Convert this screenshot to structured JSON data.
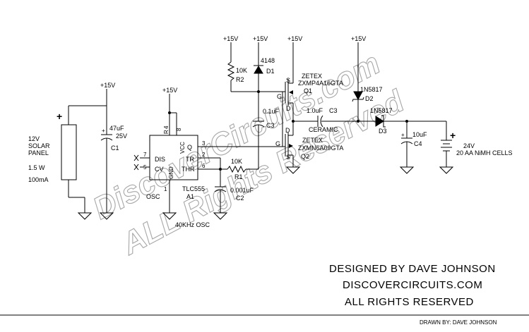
{
  "labels": {
    "v_solar": "+15V",
    "v_osc": "+15V",
    "v_r2": "+15V",
    "v_d1": "+15V",
    "v_q1": "+15V",
    "v_d2": "+15V",
    "panel_plus": "+",
    "panel_line1": "12V",
    "panel_line2": "SOLAR",
    "panel_line3": "PANEL",
    "panel_watt": "1.5 W",
    "panel_ma": "100mA",
    "c1_value": "47uF",
    "c1_volt": "25V",
    "c1_ref": "C1",
    "pin_r": "R",
    "pin_4": "4",
    "pin_8": "8",
    "pin_vcc": "VCC",
    "pin_dis": "DIS",
    "pin_cv": "CV",
    "pin_q": "Q",
    "pin_tr": "TR",
    "pin_thr": "THR",
    "pin_gnd": "GND",
    "pin_num_7": "7",
    "pin_num_5": "5",
    "pin_num_3": "3",
    "pin_num_2": "2",
    "pin_num_6": "6",
    "pin_num_1": "1",
    "ic_name": "TLC555",
    "ic_ref": "A1",
    "osc_label": "OSC",
    "osc_caption": "40KHz OSC",
    "r2_value": "10K",
    "r2_ref": "R2",
    "d1_value": "4148",
    "d1_ref": "D1",
    "c3_value_left": "0.1uF",
    "c3_ref_left": "C3",
    "r1_value": "10K",
    "r1_ref": "R1",
    "c2_value": "0.001uF",
    "c2_ref": "C2",
    "q1_mfr": "ZETEX",
    "q1_part": "ZXMP4A16GTA",
    "q1_ref": "Q1",
    "q2_mfr": "ZETEX",
    "q2_part": "ZXMN6A09GTA",
    "q2_ref": "Q2",
    "s_q1": "S",
    "g_q1": "G",
    "d_q1": "D",
    "s_q2": "S",
    "g_q2": "G",
    "d_q2": "D",
    "c3_value": "1.0uF",
    "c3_ref": "C3",
    "c3_type": "CERAMIC",
    "d2_value": "1N5817",
    "d2_ref": "D2",
    "d3_value": "1N5817",
    "d3_ref": "D3",
    "c4_value": "10uF",
    "c4_ref": "C4",
    "battery_plus": "+",
    "battery_volt": "24V",
    "battery_desc": "20 AA NiMH CELLS"
  },
  "footer": {
    "line1": "DESIGNED BY DAVE JOHNSON",
    "line2": "DISCOVERCIRCUITS.COM",
    "line3": "ALL RIGHTS RESERVED",
    "drawn_by": "DRAWN BY:  DAVE JOHNSON"
  },
  "watermark": {
    "line1": "DiscoverCircuits.com",
    "line2": "ALL Rights Reserved"
  },
  "colors": {
    "ink": "#000000",
    "watermark_outline": "#8a8a8a",
    "background": "#ffffff"
  }
}
